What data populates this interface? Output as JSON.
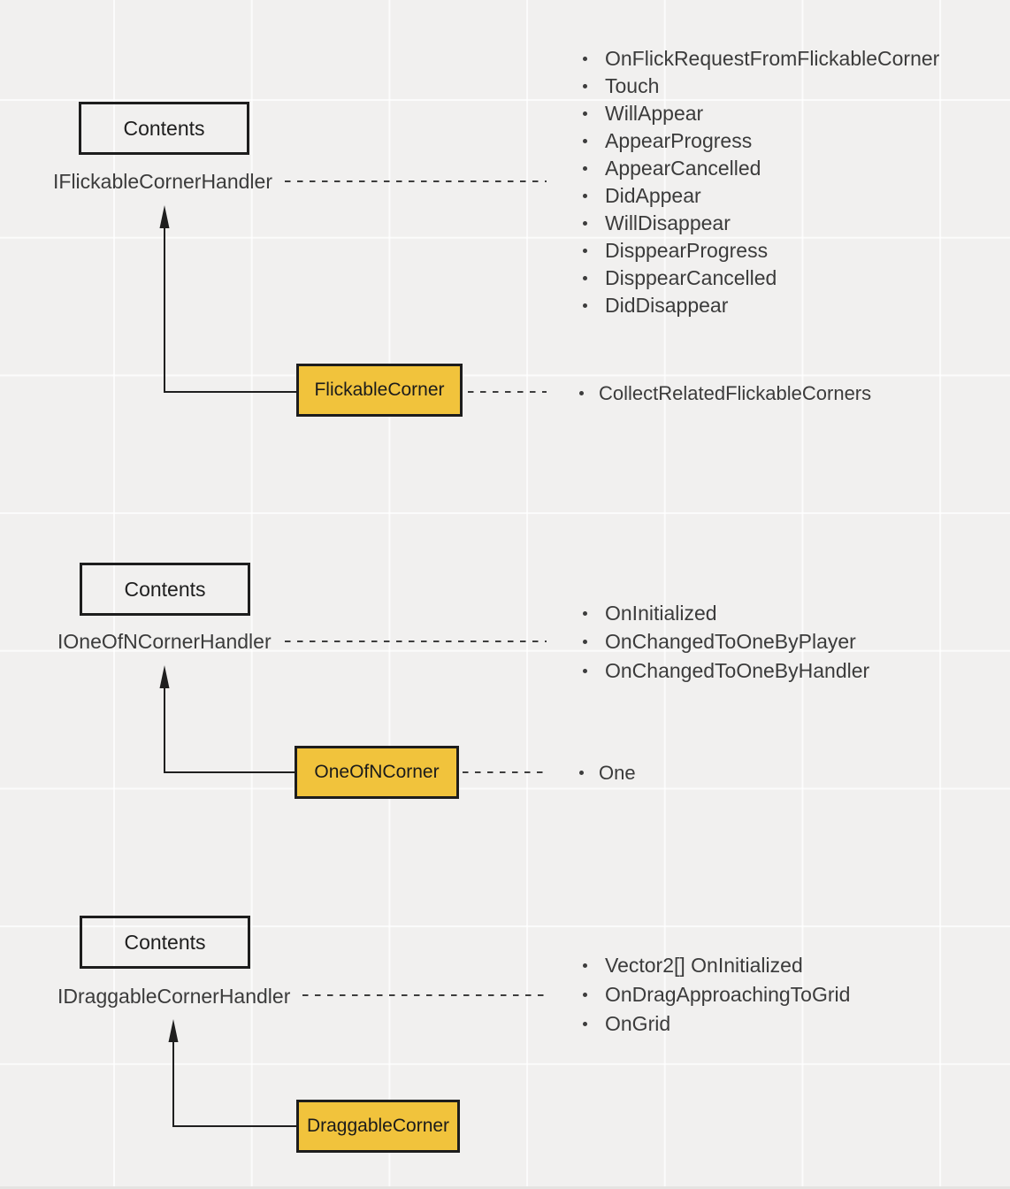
{
  "sections": [
    {
      "contents_label": "Contents",
      "interface_name": "IFlickableCornerHandler",
      "class_name": "FlickableCorner",
      "interface_methods": [
        "OnFlickRequestFromFlickableCorner",
        "Touch",
        "WillAppear",
        "AppearProgress",
        "AppearCancelled",
        "DidAppear",
        "WillDisappear",
        "DisppearProgress",
        "DisppearCancelled",
        "DidDisappear"
      ],
      "class_methods": [
        "CollectRelatedFlickableCorners"
      ]
    },
    {
      "contents_label": "Contents",
      "interface_name": "IOneOfNCornerHandler",
      "class_name": "OneOfNCorner",
      "interface_methods": [
        "OnInitialized",
        "OnChangedToOneByPlayer",
        "OnChangedToOneByHandler"
      ],
      "class_methods": [
        "One"
      ]
    },
    {
      "contents_label": "Contents",
      "interface_name": "IDraggableCornerHandler",
      "class_name": "DraggableCorner",
      "interface_methods": [
        "Vector2[] OnInitialized",
        "OnDragApproachingToGrid",
        "OnGrid"
      ],
      "class_methods": []
    }
  ],
  "colors": {
    "background": "#f1f0ef",
    "grid_line": "#fbfbfa",
    "class_box_fill": "#f1c33c",
    "box_border": "#1d1d1d",
    "text": "#3b3b3b",
    "connector": "#3d3d3d"
  }
}
